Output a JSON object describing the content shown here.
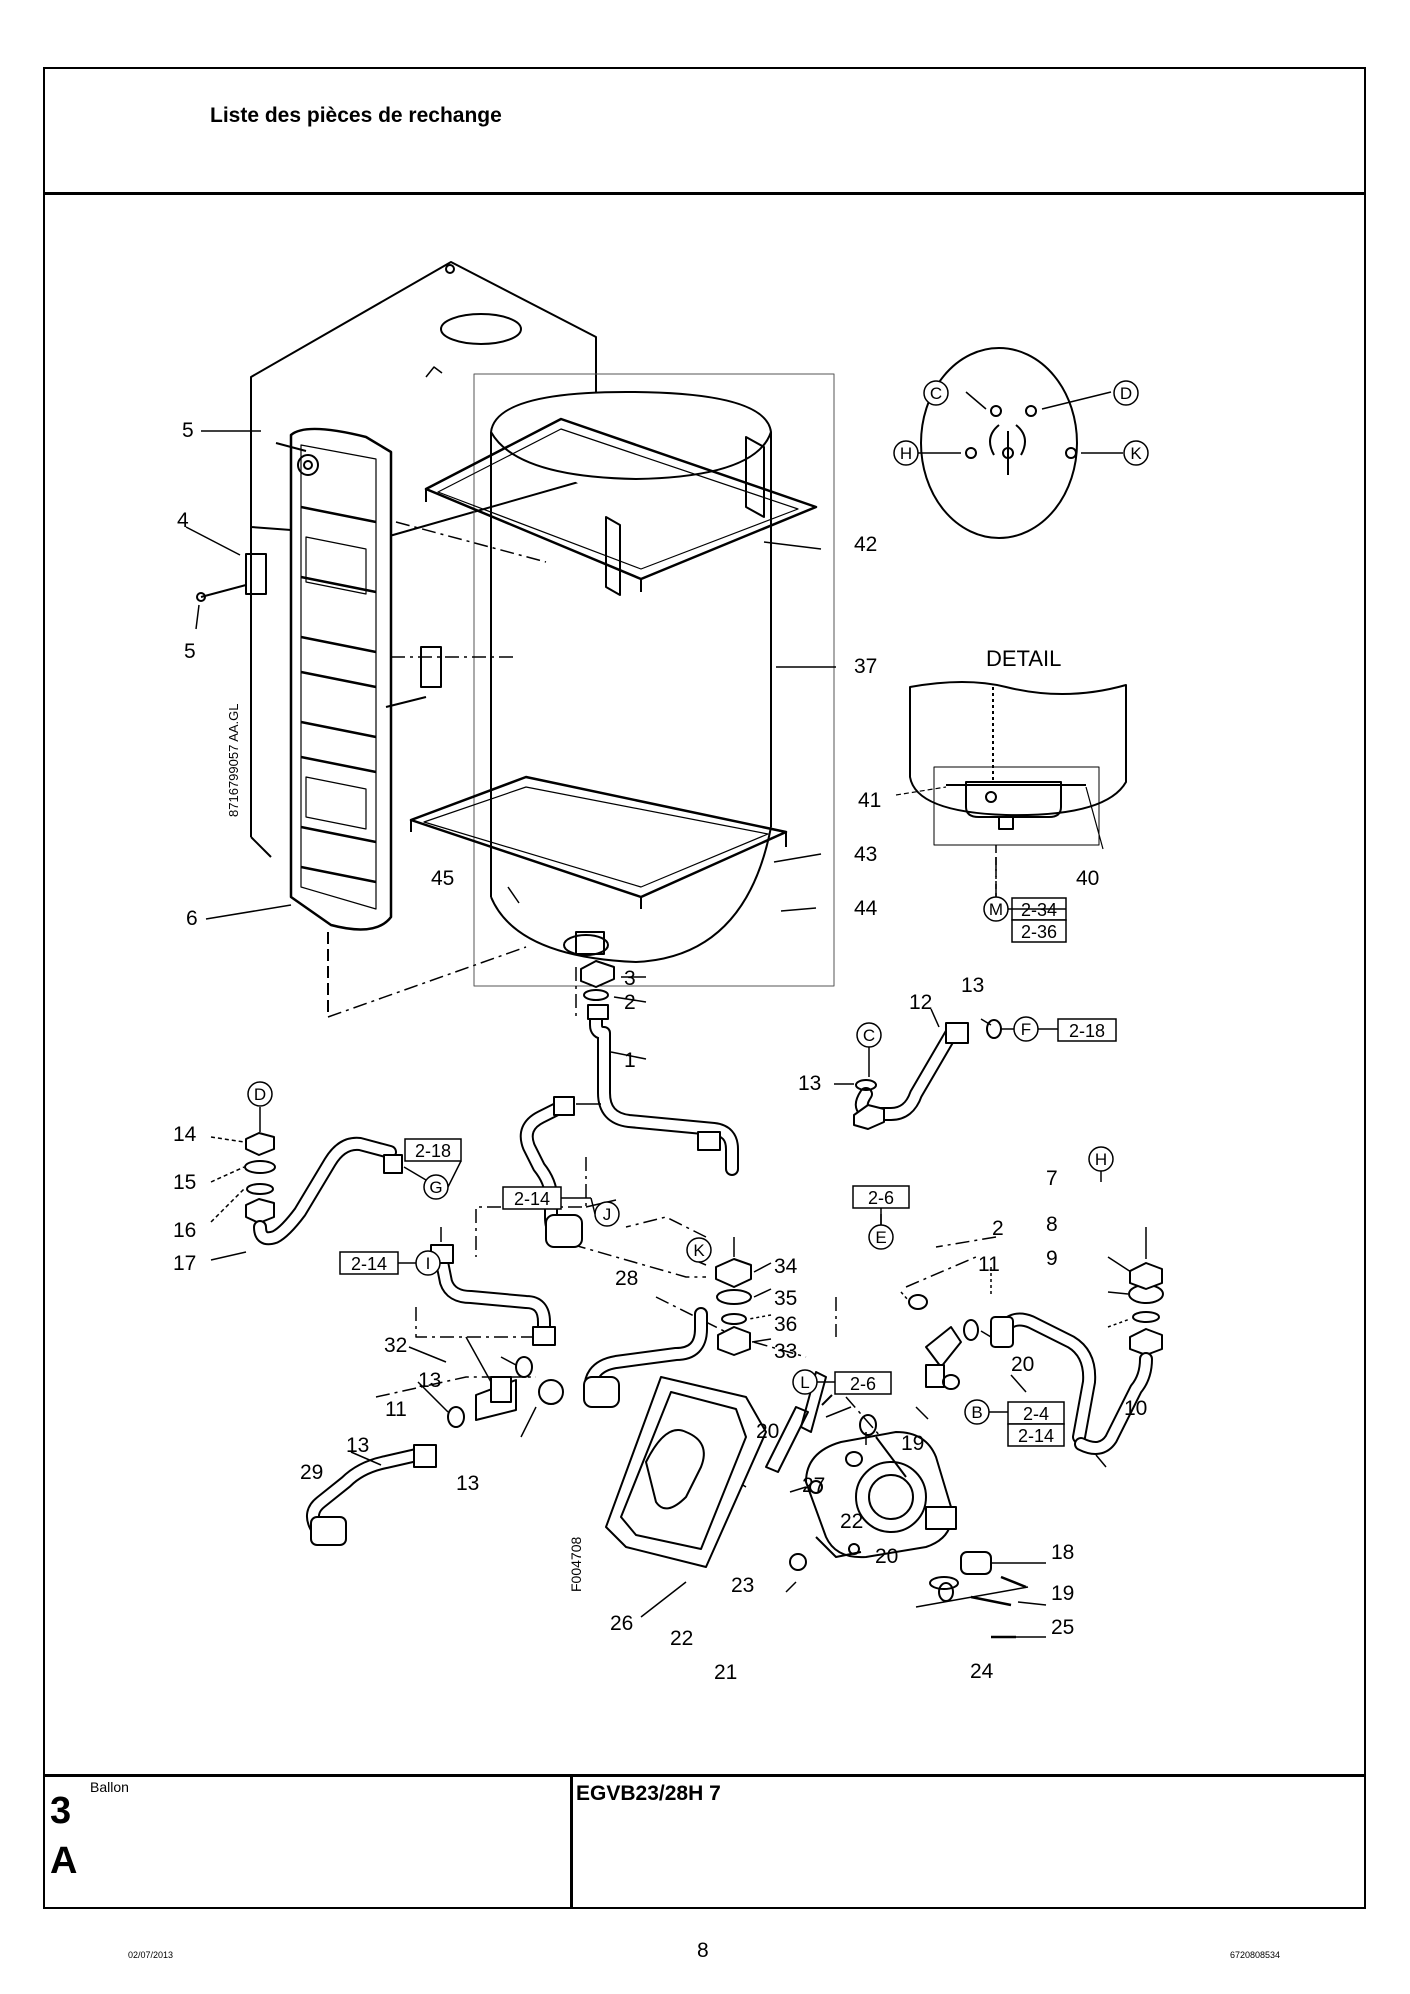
{
  "header": {
    "title": "Liste des pièces de rechange"
  },
  "diagram": {
    "detail_label": "DETAIL",
    "part_numbers": {
      "p1": "1",
      "p2a": "2",
      "p2b": "2",
      "p3": "3",
      "p4": "4",
      "p5a": "5",
      "p5b": "5",
      "p6": "6",
      "p7": "7",
      "p8": "8",
      "p9": "9",
      "p10": "10",
      "p11a": "11",
      "p11b": "11",
      "p12": "12",
      "p13a": "13",
      "p13b": "13",
      "p13c": "13",
      "p13d": "13",
      "p13e": "13",
      "p14": "14",
      "p15": "15",
      "p16": "16",
      "p17": "17",
      "p18": "18",
      "p19a": "19",
      "p19b": "19",
      "p20a": "20",
      "p20b": "20",
      "p20c": "20",
      "p21": "21",
      "p22a": "22",
      "p22b": "22",
      "p23": "23",
      "p24": "24",
      "p25": "25",
      "p26": "26",
      "p27": "27",
      "p28": "28",
      "p29": "29",
      "p32": "32",
      "p33": "33",
      "p34": "34",
      "p35": "35",
      "p36": "36",
      "p37": "37",
      "p40": "40",
      "p41": "41",
      "p42": "42",
      "p43": "43",
      "p44": "44",
      "p45": "45"
    },
    "letters": {
      "C1": "C",
      "D1": "D",
      "H1": "H",
      "K1": "K",
      "M": "M",
      "C2": "C",
      "F": "F",
      "D2": "D",
      "G": "G",
      "J": "J",
      "I": "I",
      "K2": "K",
      "E": "E",
      "H2": "H",
      "L": "L",
      "B": "B"
    },
    "refs": {
      "r234": "2-34",
      "r236": "2-36",
      "r218a": "2-18",
      "r218b": "2-18",
      "r214a": "2-14",
      "r214b": "2-14",
      "r26a": "2-6",
      "r26b": "2-6",
      "r24": "2-4",
      "r214c": "2-14"
    },
    "code_vertical": "8716799057 AA.GL",
    "figure_code": "F004708"
  },
  "footer": {
    "section_name": "Ballon",
    "section_num": "3",
    "section_letter": "A",
    "model": "EGVB23/28H 7",
    "date": "02/07/2013",
    "page": "8",
    "doc_ref": "6720808534"
  }
}
